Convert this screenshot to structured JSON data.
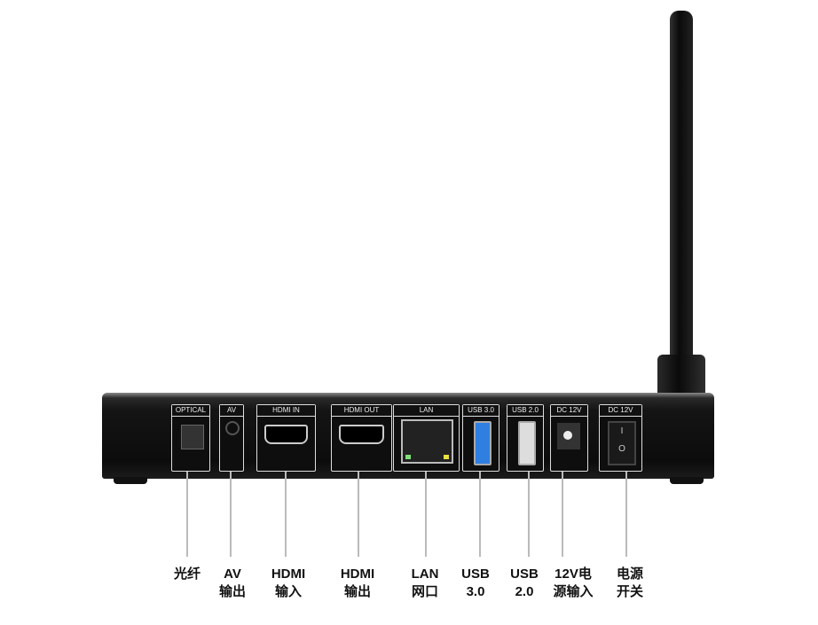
{
  "ports": [
    {
      "panel": "OPTICAL",
      "label1": "光纤",
      "label2": ""
    },
    {
      "panel": "AV",
      "label1": "AV",
      "label2": "输出"
    },
    {
      "panel": "HDMI IN",
      "label1": "HDMI",
      "label2": "输入"
    },
    {
      "panel": "HDMI OUT",
      "label1": "HDMI",
      "label2": "输出"
    },
    {
      "panel": "LAN",
      "label1": "LAN",
      "label2": "网口"
    },
    {
      "panel": "USB 3.0",
      "label1": "USB",
      "label2": "3.0"
    },
    {
      "panel": "USB 2.0",
      "label1": "USB",
      "label2": "2.0"
    },
    {
      "panel": "DC 12V",
      "label1": "12V电",
      "label2": "源输入"
    },
    {
      "panel": "DC 12V",
      "label1": "电源",
      "label2": "开关"
    }
  ],
  "switch_marks": {
    "on": "I",
    "off": "O"
  },
  "colors": {
    "usb3": "#2f7fe0",
    "led_green": "#7fe07a",
    "led_yellow": "#e8e040"
  }
}
